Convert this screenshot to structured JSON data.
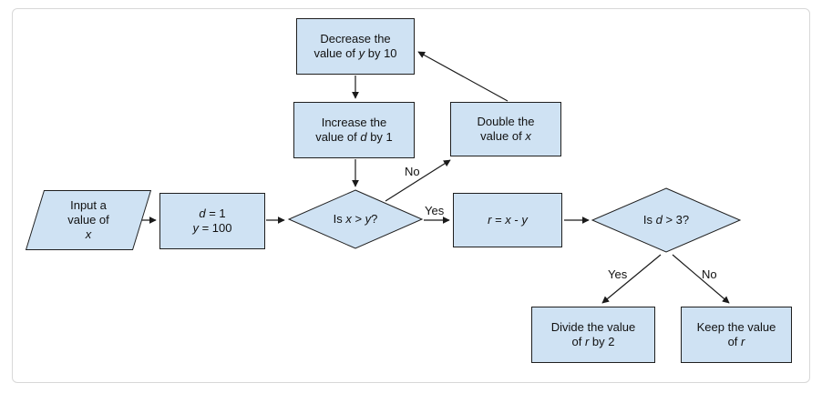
{
  "diagram": {
    "type": "flowchart",
    "colors": {
      "node_fill": "#cfe2f3",
      "node_border": "#1f1f1f",
      "arrow": "#1a1a1a"
    },
    "nodes": {
      "input": {
        "shape": "parallelogram",
        "label": "Input a\nvalue of\n*x*"
      },
      "init": {
        "shape": "process",
        "label": "*d* = 1\n*y* = 100"
      },
      "decrease": {
        "shape": "process",
        "label": "Decrease the\nvalue of *y* by 10"
      },
      "increase": {
        "shape": "process",
        "label": "Increase the\nvalue of *d* by 1"
      },
      "double": {
        "shape": "process",
        "label": "Double the\nvalue of *x*"
      },
      "check_xy": {
        "shape": "decision",
        "label": "Is *x* > *y*?"
      },
      "compute_r": {
        "shape": "process",
        "label": "*r* = *x* - *y*"
      },
      "check_d": {
        "shape": "decision",
        "label": "Is *d* > 3?"
      },
      "divide": {
        "shape": "process",
        "label": "Divide the value\nof *r* by 2"
      },
      "keep": {
        "shape": "process",
        "label": "Keep the value\nof *r*"
      }
    },
    "edge_labels": {
      "no_xy": "No",
      "yes_xy": "Yes",
      "yes_d": "Yes",
      "no_d": "No"
    }
  }
}
